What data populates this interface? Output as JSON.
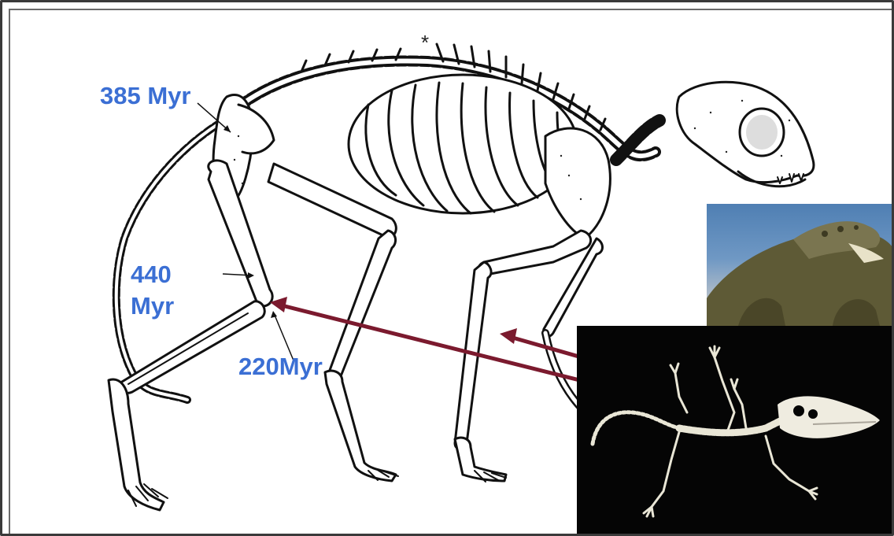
{
  "labels": {
    "tail_age": "385 Myr",
    "hip_age_line1": "440",
    "hip_age_line2": "Myr",
    "ankle_age": "220Myr",
    "asterisk": "*"
  },
  "images": {
    "main": "cat-skeleton-drawing",
    "inset_top": "crocodile-photo",
    "inset_bottom": "crocodile-skeleton-photo"
  },
  "colors": {
    "label_blue": "#3b6fd4",
    "arrow_maroon": "#7b1a2e",
    "skeleton_bg": "#050505"
  }
}
